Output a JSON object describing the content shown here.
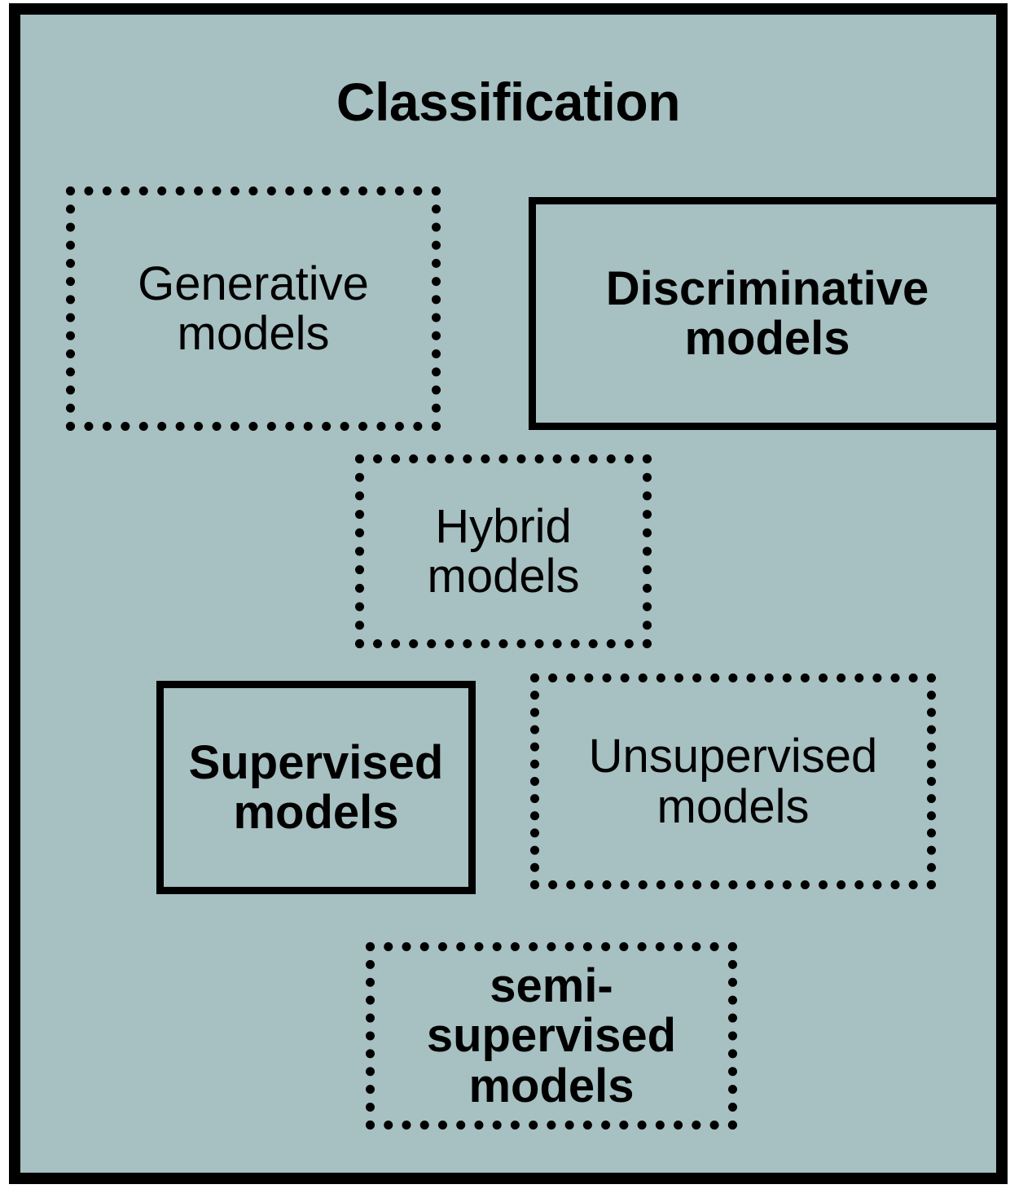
{
  "diagram": {
    "type": "taxonomy-box-diagram",
    "title": "Classification",
    "background_color": "#a7c0c2",
    "frame_color": "#000000",
    "text_color": "#000000",
    "nodes": [
      {
        "id": "generative",
        "label": "Generative\nmodels",
        "border_style": "dotted",
        "font_weight": "normal"
      },
      {
        "id": "discriminative",
        "label": "Discriminative\nmodels",
        "border_style": "solid",
        "font_weight": "bold"
      },
      {
        "id": "hybrid",
        "label": "Hybrid\nmodels",
        "border_style": "dotted",
        "font_weight": "normal"
      },
      {
        "id": "supervised",
        "label": "Supervised\nmodels",
        "border_style": "solid",
        "font_weight": "bold"
      },
      {
        "id": "unsupervised",
        "label": "Unsupervised\nmodels",
        "border_style": "dotted",
        "font_weight": "normal"
      },
      {
        "id": "semisupervised",
        "label": "semi-\nsupervised\nmodels",
        "border_style": "dotted",
        "font_weight": "bold"
      }
    ]
  }
}
